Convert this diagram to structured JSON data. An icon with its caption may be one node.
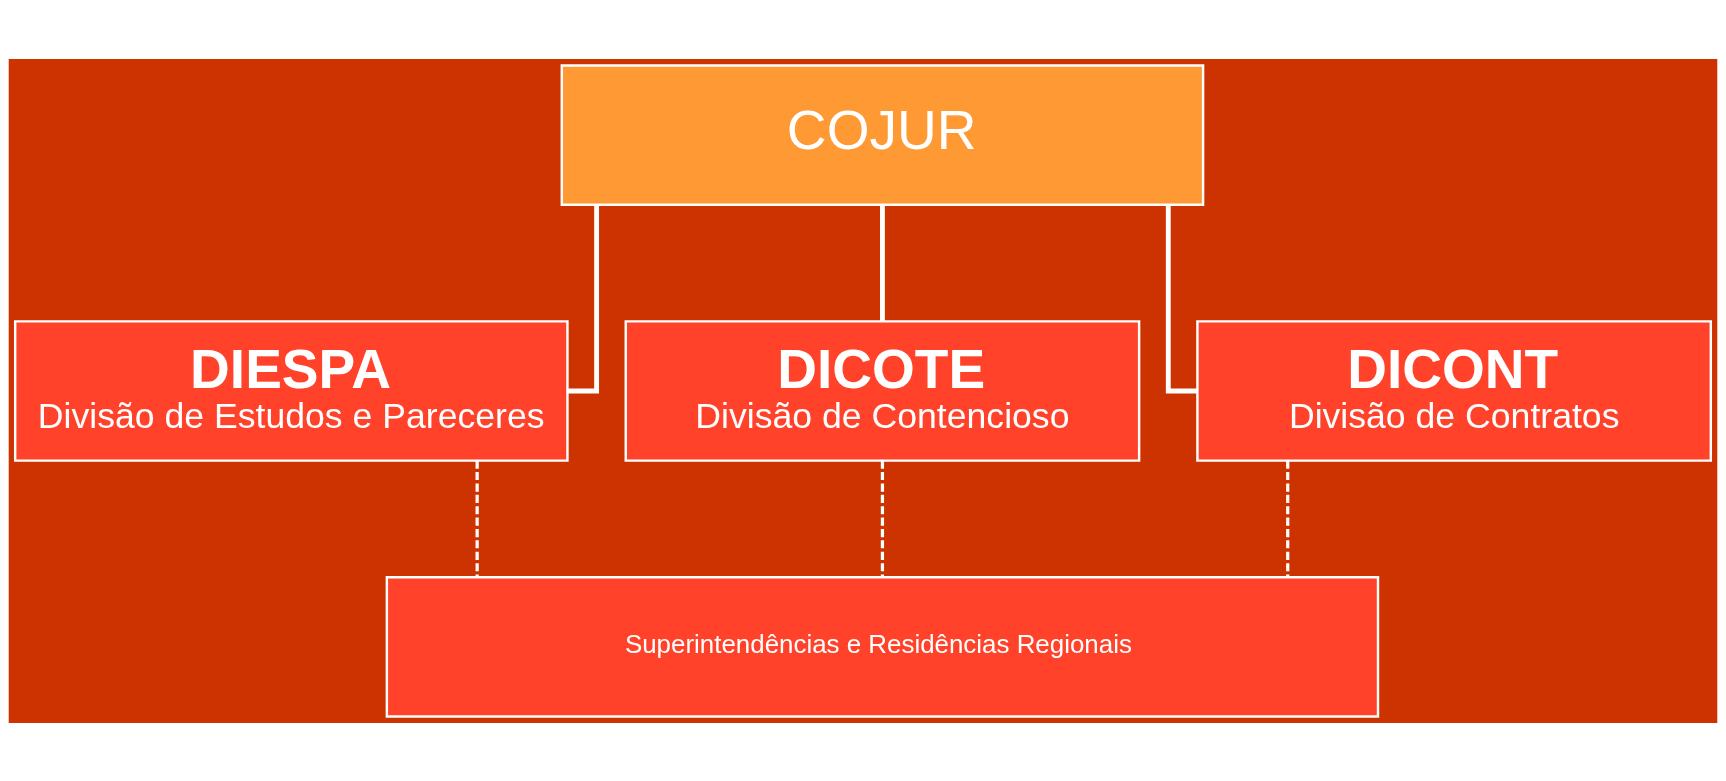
{
  "diagram": {
    "nodes": [
      {
        "text": [
          "COJUR"
        ]
      },
      {
        "text": [
          "DIESPA",
          "Divisão de Estudos e Pareceres"
        ]
      },
      {
        "text": [
          "DICOTE",
          "Divisão de Contencioso"
        ]
      },
      {
        "text": [
          "DICONT",
          "Divisão de Contratos"
        ]
      },
      {
        "text": [
          "Superintendências e Residências Regionais"
        ]
      }
    ],
    "edges": [
      {
        "from": 0,
        "to": 1,
        "arrow": "none"
      },
      {
        "from": 0,
        "to": 2,
        "arrow": "none"
      },
      {
        "from": 0,
        "to": 3,
        "arrow": "none"
      },
      {
        "from": 1,
        "to": 4,
        "arrow": "none",
        "style": "dashed"
      },
      {
        "from": 2,
        "to": 4,
        "arrow": "none",
        "style": "dashed"
      },
      {
        "from": 3,
        "to": 4,
        "arrow": "none",
        "style": "dashed"
      }
    ]
  }
}
